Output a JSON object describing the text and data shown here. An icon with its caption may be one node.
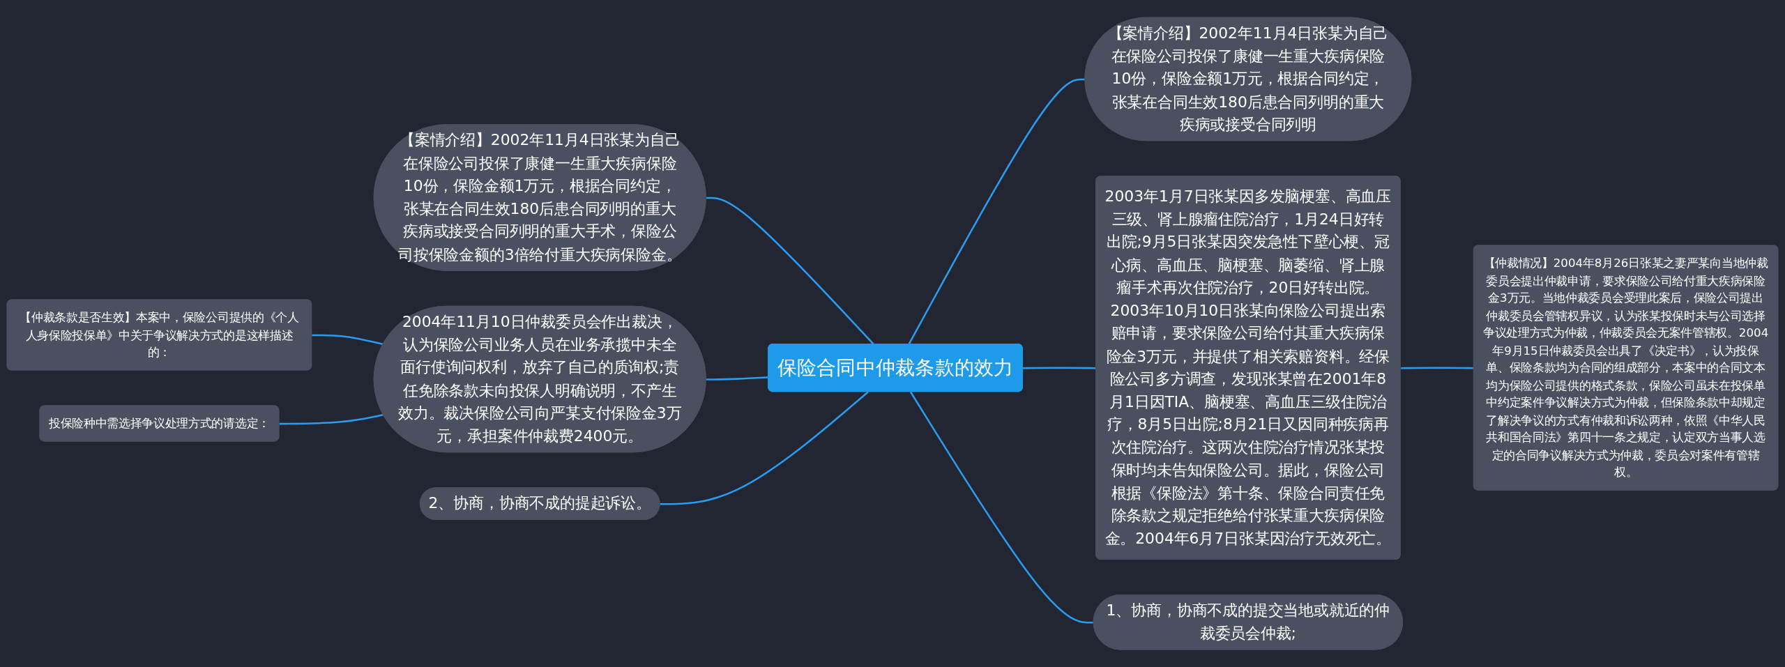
{
  "diagram": {
    "nodes": [
      {
        "text": [
          "保险合同中仲裁条款的效力"
        ]
      },
      {
        "text": [
          "【案情介绍】2002年11月4日张某为自己在保险公司投保了康健一生重大疾病保险10份，保险金额1万元，根据合同约定，张某在合同生效180后患合同列明的重大疾病或接受合同列明"
        ]
      },
      {
        "text": [
          "【案情介绍】2002年11月4日张某为自己在保险公司投保了康健一生重大疾病保险10份，保险金额1万元，根据合同约定，张某在合同生效180后患合同列明的重大疾病或接受合同列明的重大手术，保险公司按保险金额的3倍给付重大疾病保险金。"
        ]
      },
      {
        "text": [
          "2004年11月10日仲裁委员会作出裁决，认为保险公司业务人员在业务承揽中未全面行使询问权利，放弃了自己的质询权;责任免除条款未向投保人明确说明，不产生效力。裁决保险公司向严某支付保险金3万元，承担案件仲裁费2400元。"
        ]
      },
      {
        "text": [
          "【仲裁条款是否生效】本案中，保险公司提供的《个人人身保险投保单》中关于争议解决方式的是这样描述的："
        ]
      },
      {
        "text": [
          "投保险种中需选择争议处理方式的请选定："
        ]
      },
      {
        "text": [
          "2、协商，协商不成的提起诉讼。"
        ]
      },
      {
        "text": [
          "2003年1月7日张某因多发脑梗塞、高血压三级、肾上腺瘤住院治疗，1月24日好转出院;9月5日张某因突发急性下壁心梗、冠心病、高血压、脑梗塞、脑萎缩、肾上腺瘤手术再次住院治疗，20日好转出院。2003年10月10日张某向保险公司提出索赔申请，要求保险公司给付其重大疾病保险金3万元，并提供了相关索赔资料。经保险公司多方调查，发现张某曾在2001年8月1日因TIA、脑梗塞、高血压三级住院治疗，8月5日出院;8月21日又因同种疾病再次住院治疗。这两次住院治疗情况张某投保时均未告知保险公司。据此，保险公司根据《保险法》第十条、保险合同责任免除条款之规定拒绝给付张某重大疾病保险金。2004年6月7日张某因治疗无效死亡。"
        ]
      },
      {
        "text": [
          "【仲裁情况】2004年8月26日张某之妻严某向当地仲裁委员会提出仲裁申请，要求保险公司给付重大疾病保险金3万元。当地仲裁委员会受理此案后，保险公司提出仲裁委员会管辖权异议，认为张某投保时未与公司选择争议处理方式为仲裁，仲裁委员会无案件管辖权。2004年9月15日仲裁委员会出具了《决定书》，认为投保单、保险条款均为合同的组成部分，本案中的合同文本均为保险公司提供的格式条款，保险公司虽未在投保单中约定案件争议解决方式为仲裁，但保险条款中却规定了解决争议的方式有仲裁和诉讼两种，依照《中华人民共和国合同法》第四十一条之规定，认定双方当事人选定的合同争议解决方式为仲裁，委员会对案件有管辖权。"
        ]
      },
      {
        "text": [
          "1、协商，协商不成的提交当地或就近的仲裁委员会仲裁;"
        ]
      }
    ],
    "edges": [
      {
        "from": 0,
        "to": 1,
        "arrow": "none"
      },
      {
        "from": 0,
        "to": 2,
        "arrow": "none"
      },
      {
        "from": 0,
        "to": 3,
        "arrow": "none"
      },
      {
        "from": 3,
        "to": 4,
        "arrow": "none"
      },
      {
        "from": 3,
        "to": 5,
        "arrow": "none"
      },
      {
        "from": 0,
        "to": 6,
        "arrow": "none"
      },
      {
        "from": 0,
        "to": 7,
        "arrow": "none"
      },
      {
        "from": 7,
        "to": 8,
        "arrow": "none"
      },
      {
        "from": 0,
        "to": 9,
        "arrow": "none"
      }
    ]
  }
}
